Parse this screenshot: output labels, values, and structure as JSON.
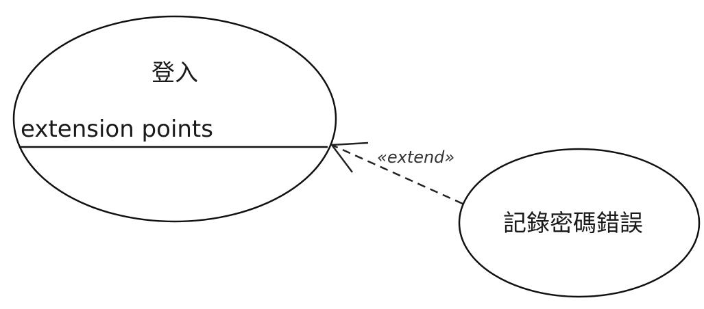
{
  "use_cases": {
    "login": {
      "name": "登入",
      "compartment_label": "extension points"
    },
    "record_password_error": {
      "name": "記錄密碼錯誤"
    }
  },
  "relationship": {
    "stereotype": "«extend»"
  }
}
